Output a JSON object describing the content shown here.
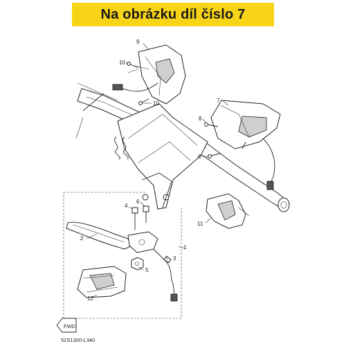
{
  "banner": {
    "text": "Na obrázku díl číslo 7"
  },
  "callouts": {
    "c1": "1",
    "c2": "2",
    "c3": "3",
    "c4": "4",
    "c5": "5",
    "c6": "6",
    "c7": "7",
    "c8a": "8",
    "c8b": "8",
    "c9": "9",
    "c10a": "10",
    "c10b": "10",
    "c11": "11",
    "c12": "12"
  },
  "fwd_label": "FWD",
  "diagram_code": "52S1300-L340",
  "colors": {
    "banner_bg": "#f7d417",
    "ink": "#222222"
  }
}
